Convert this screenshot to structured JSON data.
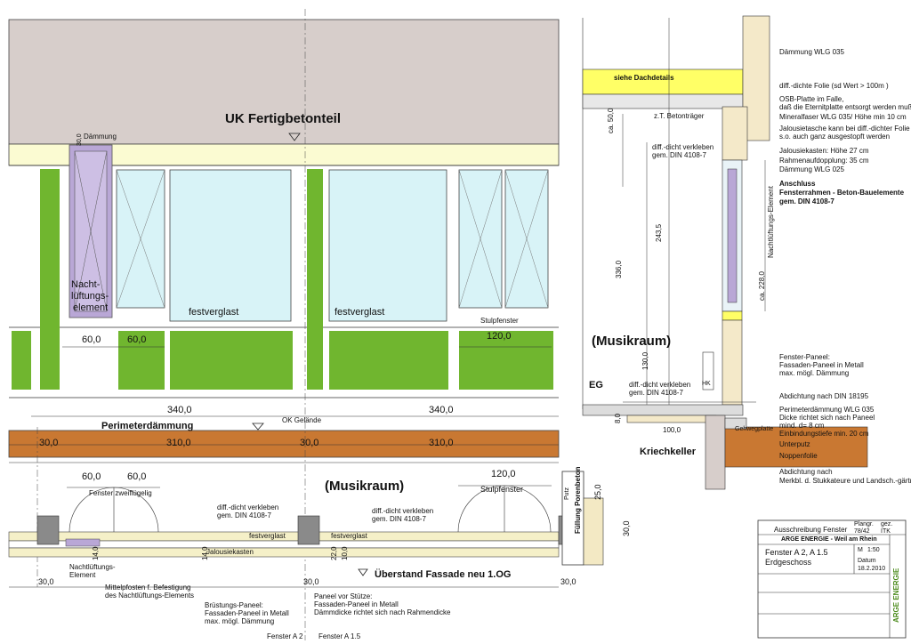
{
  "elevation": {
    "title": "UK Fertigbetonteil",
    "daemmung": "Dämmung",
    "dim_30": "30,0",
    "nachtlueftung": [
      "Nacht-",
      "lüftungs-",
      "element"
    ],
    "festverglast_1": "festverglast",
    "festverglast_2": "festverglast",
    "stulpfenster": "Stulpfenster",
    "dim_60a": "60,0",
    "dim_60b": "60,0",
    "dim_120": "120,0",
    "dim_340a": "340,0",
    "dim_340b": "340,0",
    "perimeter": "Perimeterdämmung",
    "ok_gelaende": "OK Gelände",
    "dim_30a": "30,0",
    "dim_310a": "310,0",
    "dim_30b": "30,0",
    "dim_310b": "310,0"
  },
  "plan": {
    "musikraum": "(Musikraum)",
    "dim_60a": "60,0",
    "dim_60b": "60,0",
    "dim_120": "120,0",
    "fenster_zweifluegelig": "Fenster zweiflügelig",
    "stulpfenster": "Stulpfenster",
    "diff_1": [
      "diff.-dicht verkleben",
      "gem. DIN 4108-7"
    ],
    "diff_2": [
      "diff.-dicht verkleben",
      "gem. DIN 4108-7"
    ],
    "festverglast_1": "festverglast",
    "festverglast_2": "festverglast",
    "jalousiekasten": "Jalousiekasten",
    "puts": "Putz",
    "fuellung": "Füllung Porenbeton",
    "dim_25": "25,0",
    "dim_30v": "30,0",
    "dim_14": "14,0",
    "dim_14b": "14,0",
    "dim_22": "22,0",
    "dim_10": "10,0",
    "dim_30_l": "30,0",
    "dim_30_m": "30,0",
    "dim_30_r": "30,0",
    "ueberstand": "Überstand Fassade neu 1.OG",
    "nachtl_elem": [
      "Nachtlüftungs-",
      "Element"
    ],
    "mittelpfosten": [
      "Mittelpfosten f. Befestigung",
      "des Nachtlüftungs-Elements"
    ],
    "bruestung": [
      "Brüstungs-Paneel:",
      "Fassaden-Paneel in Metall",
      "max. mögl. Dämmung"
    ],
    "paneel_stuetze": [
      "Paneel vor Stütze:",
      "Fassaden-Paneel in Metall",
      "Dämmdicke richtet sich nach Rahmendicke"
    ],
    "fenster_a2": "Fenster A 2",
    "fenster_a15": "Fenster A 1.5"
  },
  "section": {
    "siehe_dach": "siehe Dachdetails",
    "zt_betontraeger": "z.T. Betonträger",
    "diff_a": [
      "diff.-dicht verkleben",
      "gem. DIN 4108-7"
    ],
    "dim_50": "ca. 50,0",
    "dim_243": "243,5",
    "dim_336": "336,0",
    "dim_130": "130,0",
    "dim_228": "ca. 228,0",
    "nachtl_element": "Nachtlüftungs-Element",
    "musikraum": "(Musikraum)",
    "eg": "EG",
    "hk": "HK",
    "diff_b": [
      "diff.-dicht verkleben",
      "gem. DIN 4108-7"
    ],
    "dim_8": "8,0",
    "dim_100": "100,0",
    "kriechkeller": "Kriechkeller",
    "gehwegplatte": "Gehwegplatte",
    "notes": [
      "Dämmung WLG 035",
      "diff.-dichte Folie (sd Wert > 100m )",
      "OSB-Platte im Falle,",
      "daß die Eternitplatte entsorgt werden muß",
      "Mineralfaser WLG 035/ Höhe min 10 cm",
      "Jalousietasche kann bei diff.-dichter Folie",
      "s.o. auch ganz ausgestopft werden",
      "Jalousiekasten: Höhe 27 cm",
      "Rahmenaufdopplung: 35 cm",
      "Dämmung WLG 025"
    ],
    "anschluss": [
      "Anschluss",
      "Fensterrahmen - Beton-Bauelemente",
      "gem. DIN 4108-7"
    ],
    "notes_low": [
      "Fenster-Paneel:",
      "Fassaden-Paneel in Metall",
      "max. mögl. Dämmung",
      "Abdichtung nach DIN 18195",
      "Perimeterdämmung WLG 035",
      "Dicke richtet sich nach Paneel",
      "mind. d= 8 cm",
      "Einbindungstiefe min. 20 cm",
      "Unterputz",
      "Noppenfolie",
      "Abdichtung nach",
      "Merkbl. d. Stukkateure und Landsch.-gärtner"
    ]
  },
  "titleblock": {
    "header": "Ausschreibung Fenster",
    "plangr_label": "Plangr.",
    "plangr": "78/42",
    "gez_label": "gez.",
    "gez": "ITK",
    "firm": "ARGE ENERGIE - Weil am Rhein",
    "sheet_title": [
      "Fenster  A 2,  A 1.5",
      "Erdgeschoss"
    ],
    "massstab_label": "M",
    "massstab": "1:50",
    "datum_label": "Datum",
    "datum": "18.2.2010",
    "side_text": "ARGE ENERGIE"
  }
}
